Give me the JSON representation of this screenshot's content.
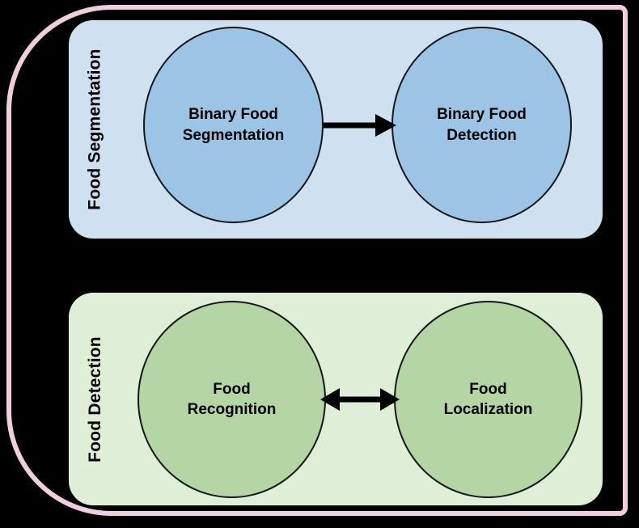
{
  "figure": {
    "type": "block-diagram",
    "background_color": "#000000",
    "outer_frame": {
      "name": "food-analysis-frame",
      "border_color": "#efcfdd"
    },
    "groups": [
      {
        "id": "food-segmentation",
        "label": "Food Segmentation",
        "panel_color": "#cfe0f1",
        "node_color": "#9cc4e5",
        "nodes": [
          {
            "id": "binary-food-segmentation",
            "label": "Binary Food\nSegmentation"
          },
          {
            "id": "binary-food-detection",
            "label": "Binary Food\nDetection"
          }
        ],
        "connector": {
          "id": "segmentation-to-detection",
          "kind": "single-arrow",
          "direction": "right",
          "from": "binary-food-segmentation",
          "to": "binary-food-detection",
          "color": "#000000"
        }
      },
      {
        "id": "food-detection",
        "label": "Food Detection",
        "panel_color": "#dfeed7",
        "node_color": "#b4d5a4",
        "nodes": [
          {
            "id": "food-recognition",
            "label": "Food\nRecognition"
          },
          {
            "id": "food-localization",
            "label": "Food\nLocalization"
          }
        ],
        "connector": {
          "id": "recognition-localization",
          "kind": "double-arrow",
          "direction": "both",
          "from": "food-recognition",
          "to": "food-localization",
          "color": "#000000"
        }
      }
    ]
  }
}
